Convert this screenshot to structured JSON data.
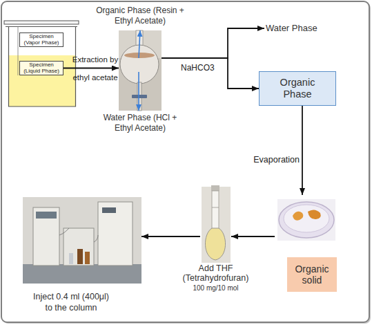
{
  "diagram": {
    "nodes": [
      {
        "text": [
          "Specimen (Vapor Phase)"
        ]
      },
      {
        "text": [
          "Specimen (Liquid Phase)"
        ]
      },
      {
        "text": [
          "Organic Phase (Resin + Ethyl Acetate)",
          "Water Phase (HCl + Ethyl Acetate)"
        ]
      },
      {
        "text": [
          "Water Phase"
        ]
      },
      {
        "text": [
          "Organic Phase"
        ]
      },
      {
        "text": [
          "Organic solid"
        ]
      },
      {
        "text": [
          "Add THF (Tetrahydrofuran)",
          "100 mg/10 mol"
        ]
      },
      {
        "text": [
          "Inject 0.4 ml (400μl) to the column"
        ]
      }
    ],
    "edges": [
      {
        "from": 1,
        "to": 2,
        "arrow": "to",
        "label": "Extraction by ethyl acetate"
      },
      {
        "from": 2,
        "to": 3,
        "arrow": "to"
      },
      {
        "from": 2,
        "to": 4,
        "arrow": "to",
        "label": "NaHCO3"
      },
      {
        "from": 4,
        "to": 5,
        "arrow": "to",
        "label": "Evaporation"
      },
      {
        "from": 5,
        "to": 6,
        "arrow": "to"
      },
      {
        "from": 6,
        "to": 7,
        "arrow": "to"
      }
    ]
  }
}
